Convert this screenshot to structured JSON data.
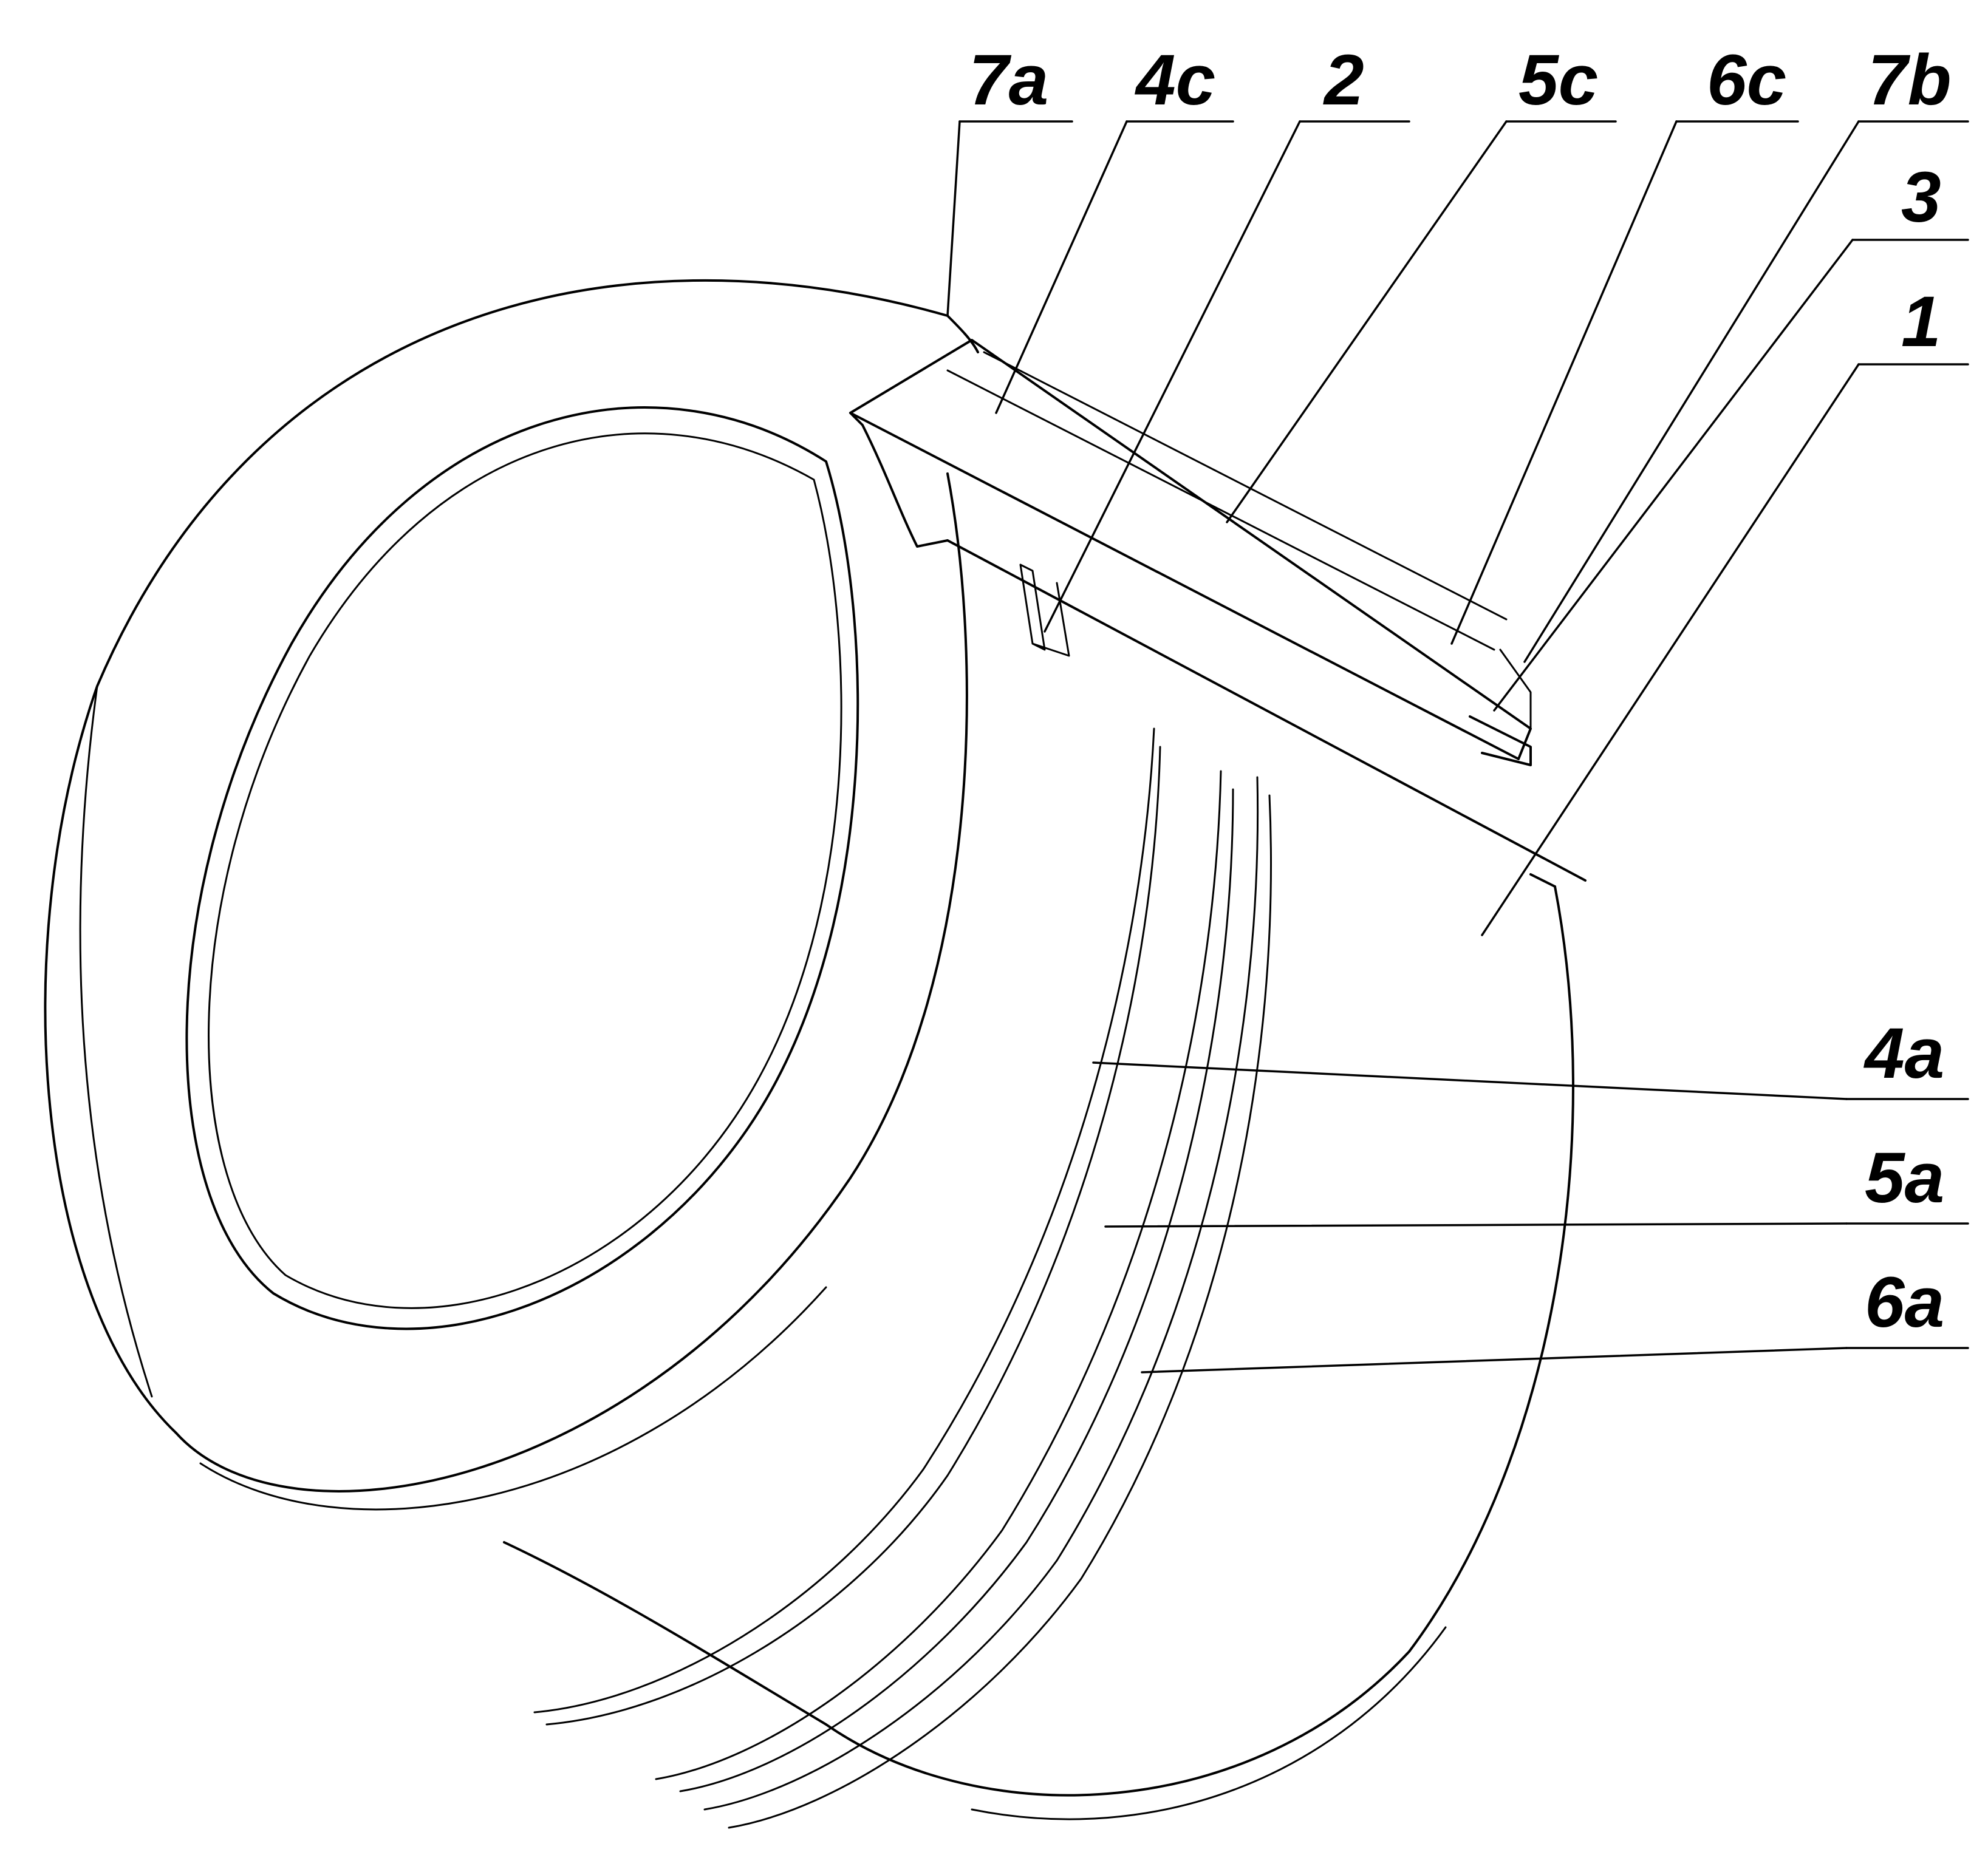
{
  "figure": {
    "reference_labels": {
      "r7a": "7a",
      "r4c": "4c",
      "r2": "2",
      "r5c": "5c",
      "r6c": "6c",
      "r7b": "7b",
      "r3": "3",
      "r1": "1",
      "r4a": "4a",
      "r5a": "5a",
      "r6a": "6a"
    }
  }
}
